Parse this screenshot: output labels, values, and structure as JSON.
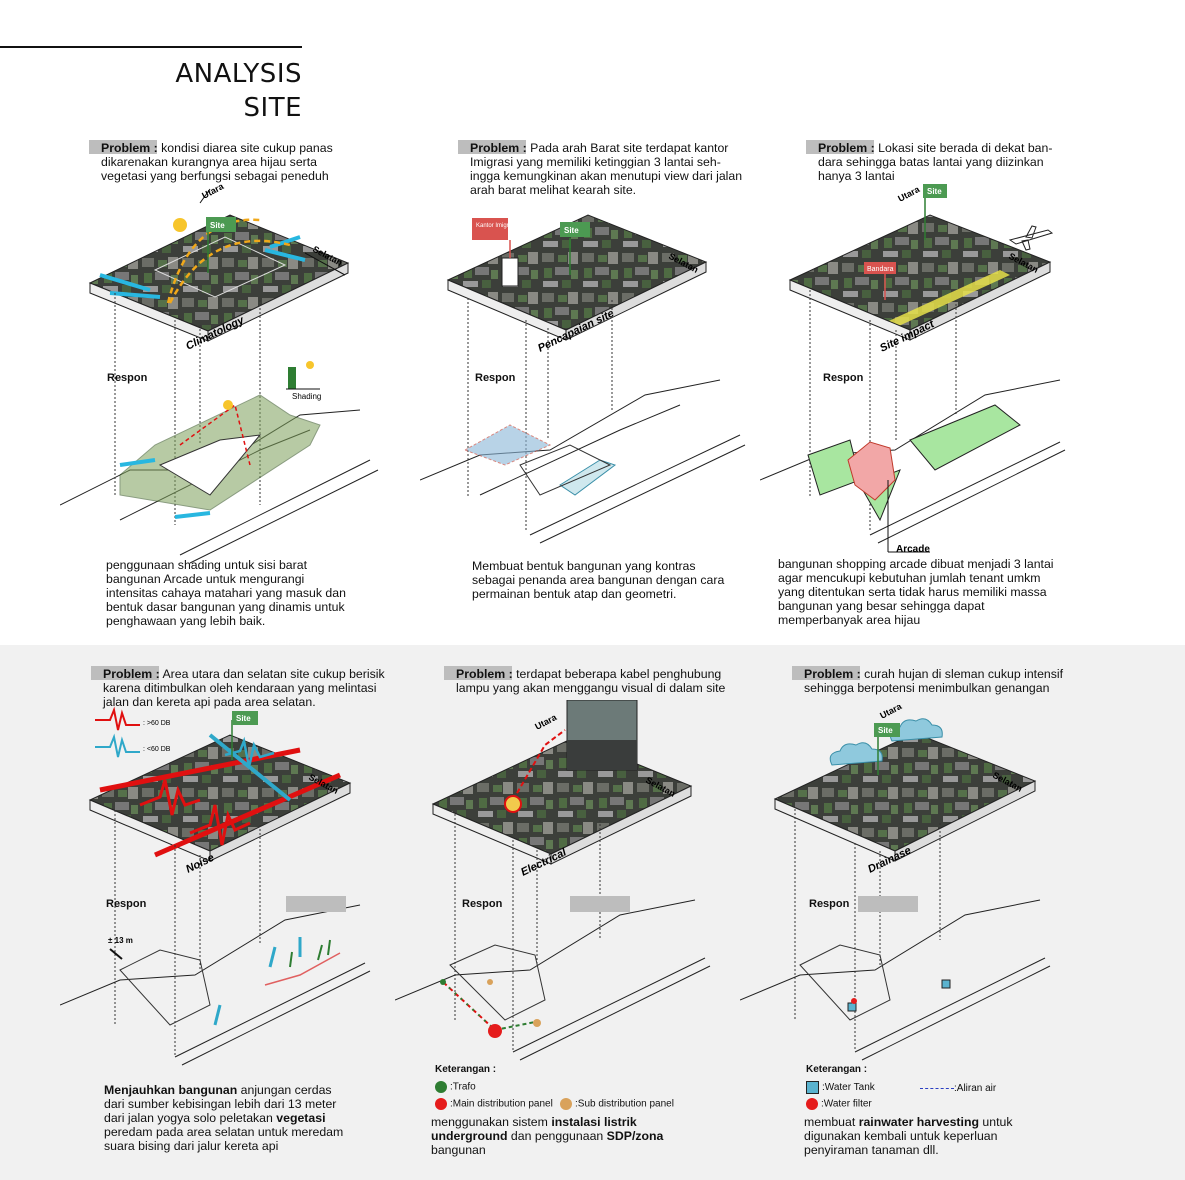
{
  "header": {
    "title_line1": "ANALYSIS",
    "title_line2": "SITE"
  },
  "common": {
    "problem_tag": "Problem :",
    "respon": "Respon",
    "utara": "Utara",
    "selatan": "Selatan",
    "site": "Site",
    "keterangan": "Keterangan :"
  },
  "panels": [
    {
      "name": "Climatology",
      "problem": "kondisi diarea site cukup panas dikarenakan kurangnya area hijau serta vegetasi yang berfungsi sebagai peneduh",
      "extra_label": "Shading",
      "response": "penggunaan shading untuk sisi barat bangunan Arcade untuk mengurangi intensitas cahaya matahari yang masuk dan bentuk dasar bangunan yang dinamis untuk penghawaan yang lebih baik."
    },
    {
      "name": "Pencapaian site",
      "problem": "Pada arah Barat site terdapat kantor Imigrasi yang memiliki ketinggian 3 lantai seh-ingga kemungkinan akan menutupi view dari jalan arah barat melihat kearah site.",
      "extra_label": "Kantor Imigrasi",
      "response": "Membuat bentuk bangunan yang kontras sebagai penanda area bangunan dengan cara permainan bentuk atap dan geometri."
    },
    {
      "name": "Site impact",
      "problem": "Lokasi site berada di dekat ban-dara sehingga batas lantai yang diizinkan hanya 3 lantai",
      "extra_label": "Bandara",
      "extra_label2": "Arcade",
      "response": "bangunan shopping arcade dibuat menjadi 3 lantai agar mencukupi kebutuhan jumlah tenant umkm yang ditentukan serta tidak harus memiliki massa bangunan yang besar sehingga dapat memperbanyak area hijau"
    },
    {
      "name": "Noise",
      "problem": "Area utara dan selatan site cukup berisik karena ditimbulkan oleh kendaraan yang melintasi jalan dan kereta api pada area selatan.",
      "legend": [
        ": >60 DB",
        ": <60 DB"
      ],
      "distance": "± 13 m",
      "response_parts": [
        {
          "t": "Menjauhkan bangunan",
          "b": true
        },
        {
          "t": " anjungan cerdas dari sumber kebisingan lebih dari 13 meter dari jalan yogya solo peletakan ",
          "b": false
        },
        {
          "t": "vegetasi",
          "b": true
        },
        {
          "t": " peredam pada area selatan untuk meredam suara bising dari jalur kereta api",
          "b": false
        }
      ]
    },
    {
      "name": "Electrical",
      "problem": "terdapat beberapa kabel penghubung lampu yang akan menggangu visual di dalam site",
      "legend": [
        ":Trafo",
        ":Main distribution panel",
        ":Sub distribution panel"
      ],
      "response_parts": [
        {
          "t": "menggunakan sistem ",
          "b": false
        },
        {
          "t": "instalasi listrik underground",
          "b": true
        },
        {
          "t": " dan penggunaan ",
          "b": false
        },
        {
          "t": "SDP/zona",
          "b": true
        },
        {
          "t": " bangunan",
          "b": false
        }
      ]
    },
    {
      "name": "Drainase",
      "problem": "curah hujan di sleman cukup intensif sehingga berpotensi menimbulkan genangan",
      "legend": [
        ":Water Tank",
        ":Water filter",
        ":Aliran air"
      ],
      "response_parts": [
        {
          "t": "membuat  ",
          "b": false
        },
        {
          "t": "rainwater harvesting",
          "b": true
        },
        {
          "t": " untuk digunakan kembali untuk keperluan penyiraman tanaman dll.",
          "b": false
        }
      ]
    }
  ],
  "colors": {
    "green_flag": "#4c9a52",
    "red_flag": "#d9534f",
    "noise_high": "#e01010",
    "noise_low": "#2fa8c9",
    "green_area": "#a8e6a0",
    "pink_building": "#f2a7a7",
    "yellow_zone": "#e6e04a",
    "water_blue": "#5ab3cf",
    "trafo": "#2e7d32",
    "mdp": "#e51c1c",
    "sdp": "#d9a25b"
  }
}
